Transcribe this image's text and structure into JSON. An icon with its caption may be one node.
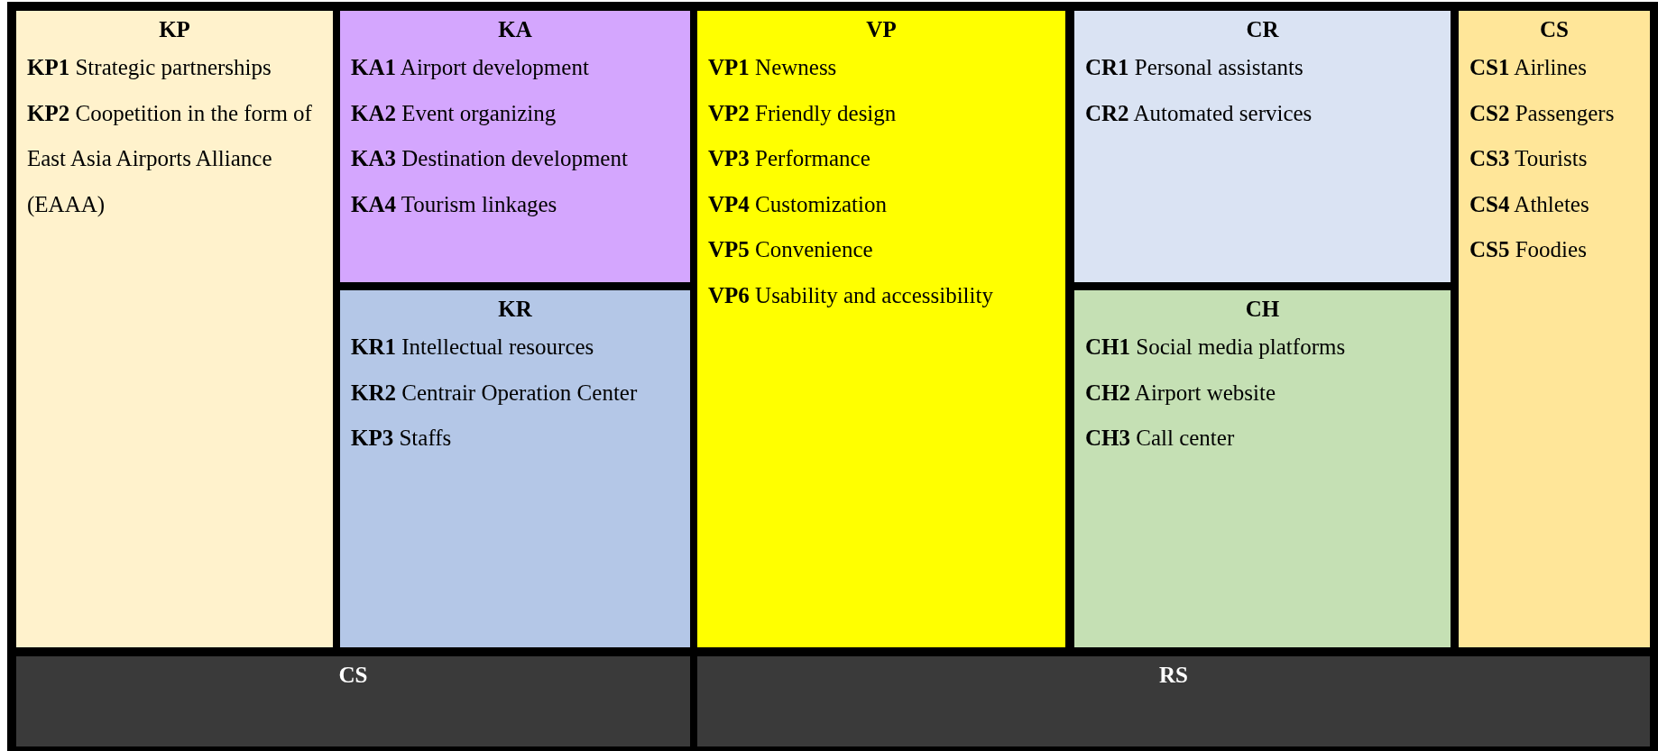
{
  "diagram": {
    "nodes": [
      {
        "text": [
          "KP",
          "**KP1** Strategic partnerships",
          "**KP2** Coopetition in the form of East Asia Airports Alliance (EAAA)"
        ]
      },
      {
        "text": [
          "KA",
          "**KA1** Airport development",
          "**KA2** Event organizing",
          "**KA3** Destination development",
          "**KA4** Tourism linkages"
        ]
      },
      {
        "text": [
          "KR",
          "**KR1** Intellectual resources",
          "**KR2** Centrair Operation Center",
          "**KP3** Staffs"
        ]
      },
      {
        "text": [
          "VP",
          "**VP1** Newness",
          "**VP2** Friendly design",
          "**VP3** Performance",
          "**VP4** Customization",
          "**VP5** Convenience",
          "**VP6** Usability and accessibility"
        ]
      },
      {
        "text": [
          "CR",
          "**CR1** Personal assistants",
          "**CR2** Automated services"
        ]
      },
      {
        "text": [
          "CH",
          "**CH1** Social media platforms",
          "**CH2** Airport website",
          "**CH3** Call center"
        ]
      },
      {
        "text": [
          "CS",
          "**CS1** Airlines",
          "**CS2** Passengers",
          "**CS3** Tourists",
          "**CS4** Athletes",
          "**CS5** Foodies"
        ]
      },
      {
        "text": [
          "CS"
        ]
      },
      {
        "text": [
          "RS"
        ]
      }
    ]
  }
}
